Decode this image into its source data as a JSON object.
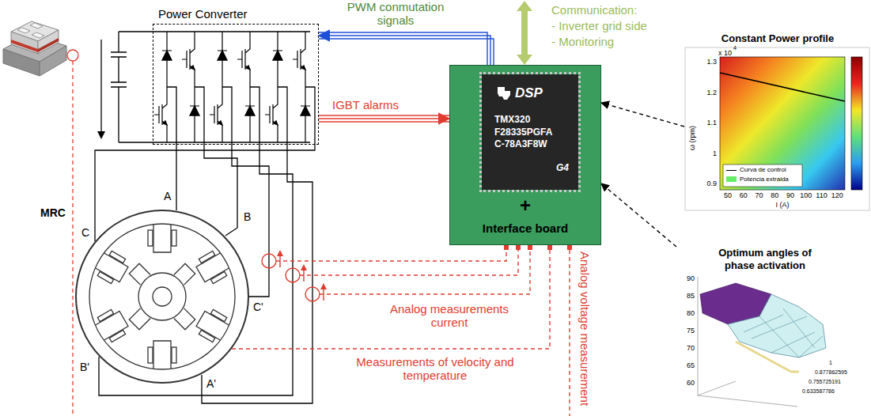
{
  "diagram": {
    "nodes": [
      {
        "text": [
          "Power Converter"
        ]
      },
      {
        "text": [
          "+",
          "Interface board"
        ]
      },
      {
        "text": [
          "DSP",
          "TMX320 F28335PGFA C-78A3F8W",
          "G4"
        ],
        "in": 1
      },
      {
        "text": [
          "MRC"
        ]
      },
      {
        "text": [
          "Constant Power profile"
        ]
      },
      {
        "text": [
          "Optimum angles of phase activation"
        ]
      }
    ],
    "edges": [
      {
        "from": 1,
        "to": 0,
        "label": "PWM conmutation signals",
        "arrow": "to"
      },
      {
        "from": 0,
        "to": 1,
        "label": "IGBT alarms",
        "arrow": "to"
      },
      {
        "from": 4,
        "to": 1,
        "arrow": "to"
      },
      {
        "from": 5,
        "to": 1,
        "arrow": "to"
      },
      {
        "from": 3,
        "to": 1,
        "label": "Measurements of velocity and temperature",
        "arrow": "none"
      }
    ],
    "labels": [
      "Communication:",
      "- Inverter grid side",
      "- Monitoring",
      "A",
      "B",
      "C",
      "B'",
      "C'",
      "A'",
      "Analog measurements current",
      "Analog voltage measurement",
      "x 10",
      "ω (rpm)",
      "I (A)",
      "1.3",
      "1.2",
      "1.1",
      "1",
      "0.9",
      "50",
      "60",
      "70",
      "80",
      "90",
      "100",
      "110",
      "120",
      "90",
      "85",
      "80",
      "75",
      "70",
      "65",
      "60",
      "1",
      "0.877862595",
      "0.755725191",
      "0.633587786",
      "4"
    ],
    "legend": [
      {
        "text": "Curva de control"
      },
      {
        "text": "Potencia extraida",
        "color": "#66ee66"
      }
    ]
  }
}
